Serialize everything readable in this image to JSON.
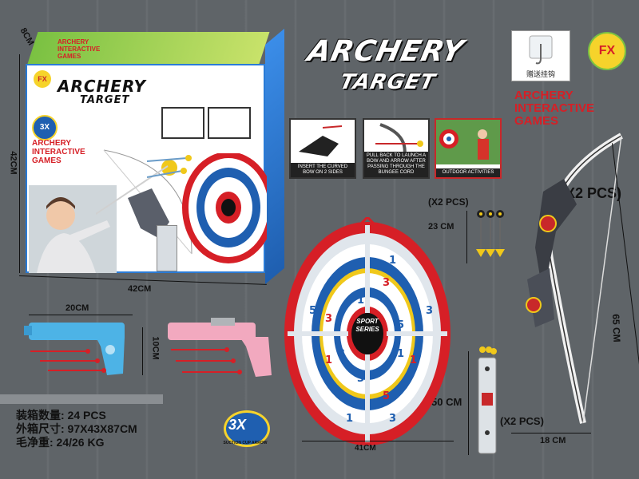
{
  "box": {
    "depth_label": "8CM",
    "height_label": "42CM",
    "width_label": "42CM",
    "title_line1": "ARCHERY",
    "title_line2": "TARGET",
    "subtitle_line1": "ARCHERY",
    "subtitle_line2": "INTERACTIVE",
    "subtitle_line3": "GAMES",
    "top_subtitle_line1": "ARCHERY",
    "top_subtitle_line2": "INTERACTIVE",
    "top_subtitle_line3": "GAMES",
    "badge_text": "3X",
    "logo_text": "FX"
  },
  "headline": {
    "line1": "ARCHERY",
    "line2": "TARGET"
  },
  "subtitle": {
    "line1": "ARCHERY",
    "line2": "INTERACTIVE",
    "line3": "GAMES"
  },
  "logo_text": "FX",
  "gift": {
    "label": "赠送挂钩"
  },
  "panels": [
    {
      "caption": "INSERT THE CURVED BOW ON 2 SIDES"
    },
    {
      "caption": "PULL BACK TO LAUNCH A BOW AND ARROW AFTER PASSING THROUGH THE BUNGEE CORD"
    },
    {
      "caption": "OUTDOOR ACTIVITIES"
    }
  ],
  "arrows": {
    "qty": "(X2 PCS)",
    "length": "23 CM"
  },
  "bow": {
    "qty": "(X2 PCS)",
    "length": "65 CM",
    "width": "18 CM"
  },
  "quiver": {
    "qty": "(X2 PCS)",
    "length": "50 CM"
  },
  "target": {
    "width": "41CM",
    "center_line1": "SPORT",
    "center_line2": "SERIES",
    "numbers": [
      "1",
      "3",
      "5",
      "3",
      "1",
      "1",
      "3",
      "5",
      "3",
      "1",
      "1",
      "3",
      "5",
      "3",
      "1"
    ]
  },
  "guns": {
    "width": "20CM",
    "height": "10CM"
  },
  "badge": {
    "main": "3X",
    "ring": "SUCTION CUP ARROW"
  },
  "info": {
    "line1": "装箱数量: 24 PCS",
    "line2": "外箱尺寸: 97X43X87CM",
    "line3": "毛净重: 24/26 KG"
  },
  "colors": {
    "red": "#d61f26",
    "blue": "#1f5fb0",
    "green": "#7ac142",
    "gun_blue": "#4db3e6",
    "gun_pink": "#f2a9bf"
  }
}
